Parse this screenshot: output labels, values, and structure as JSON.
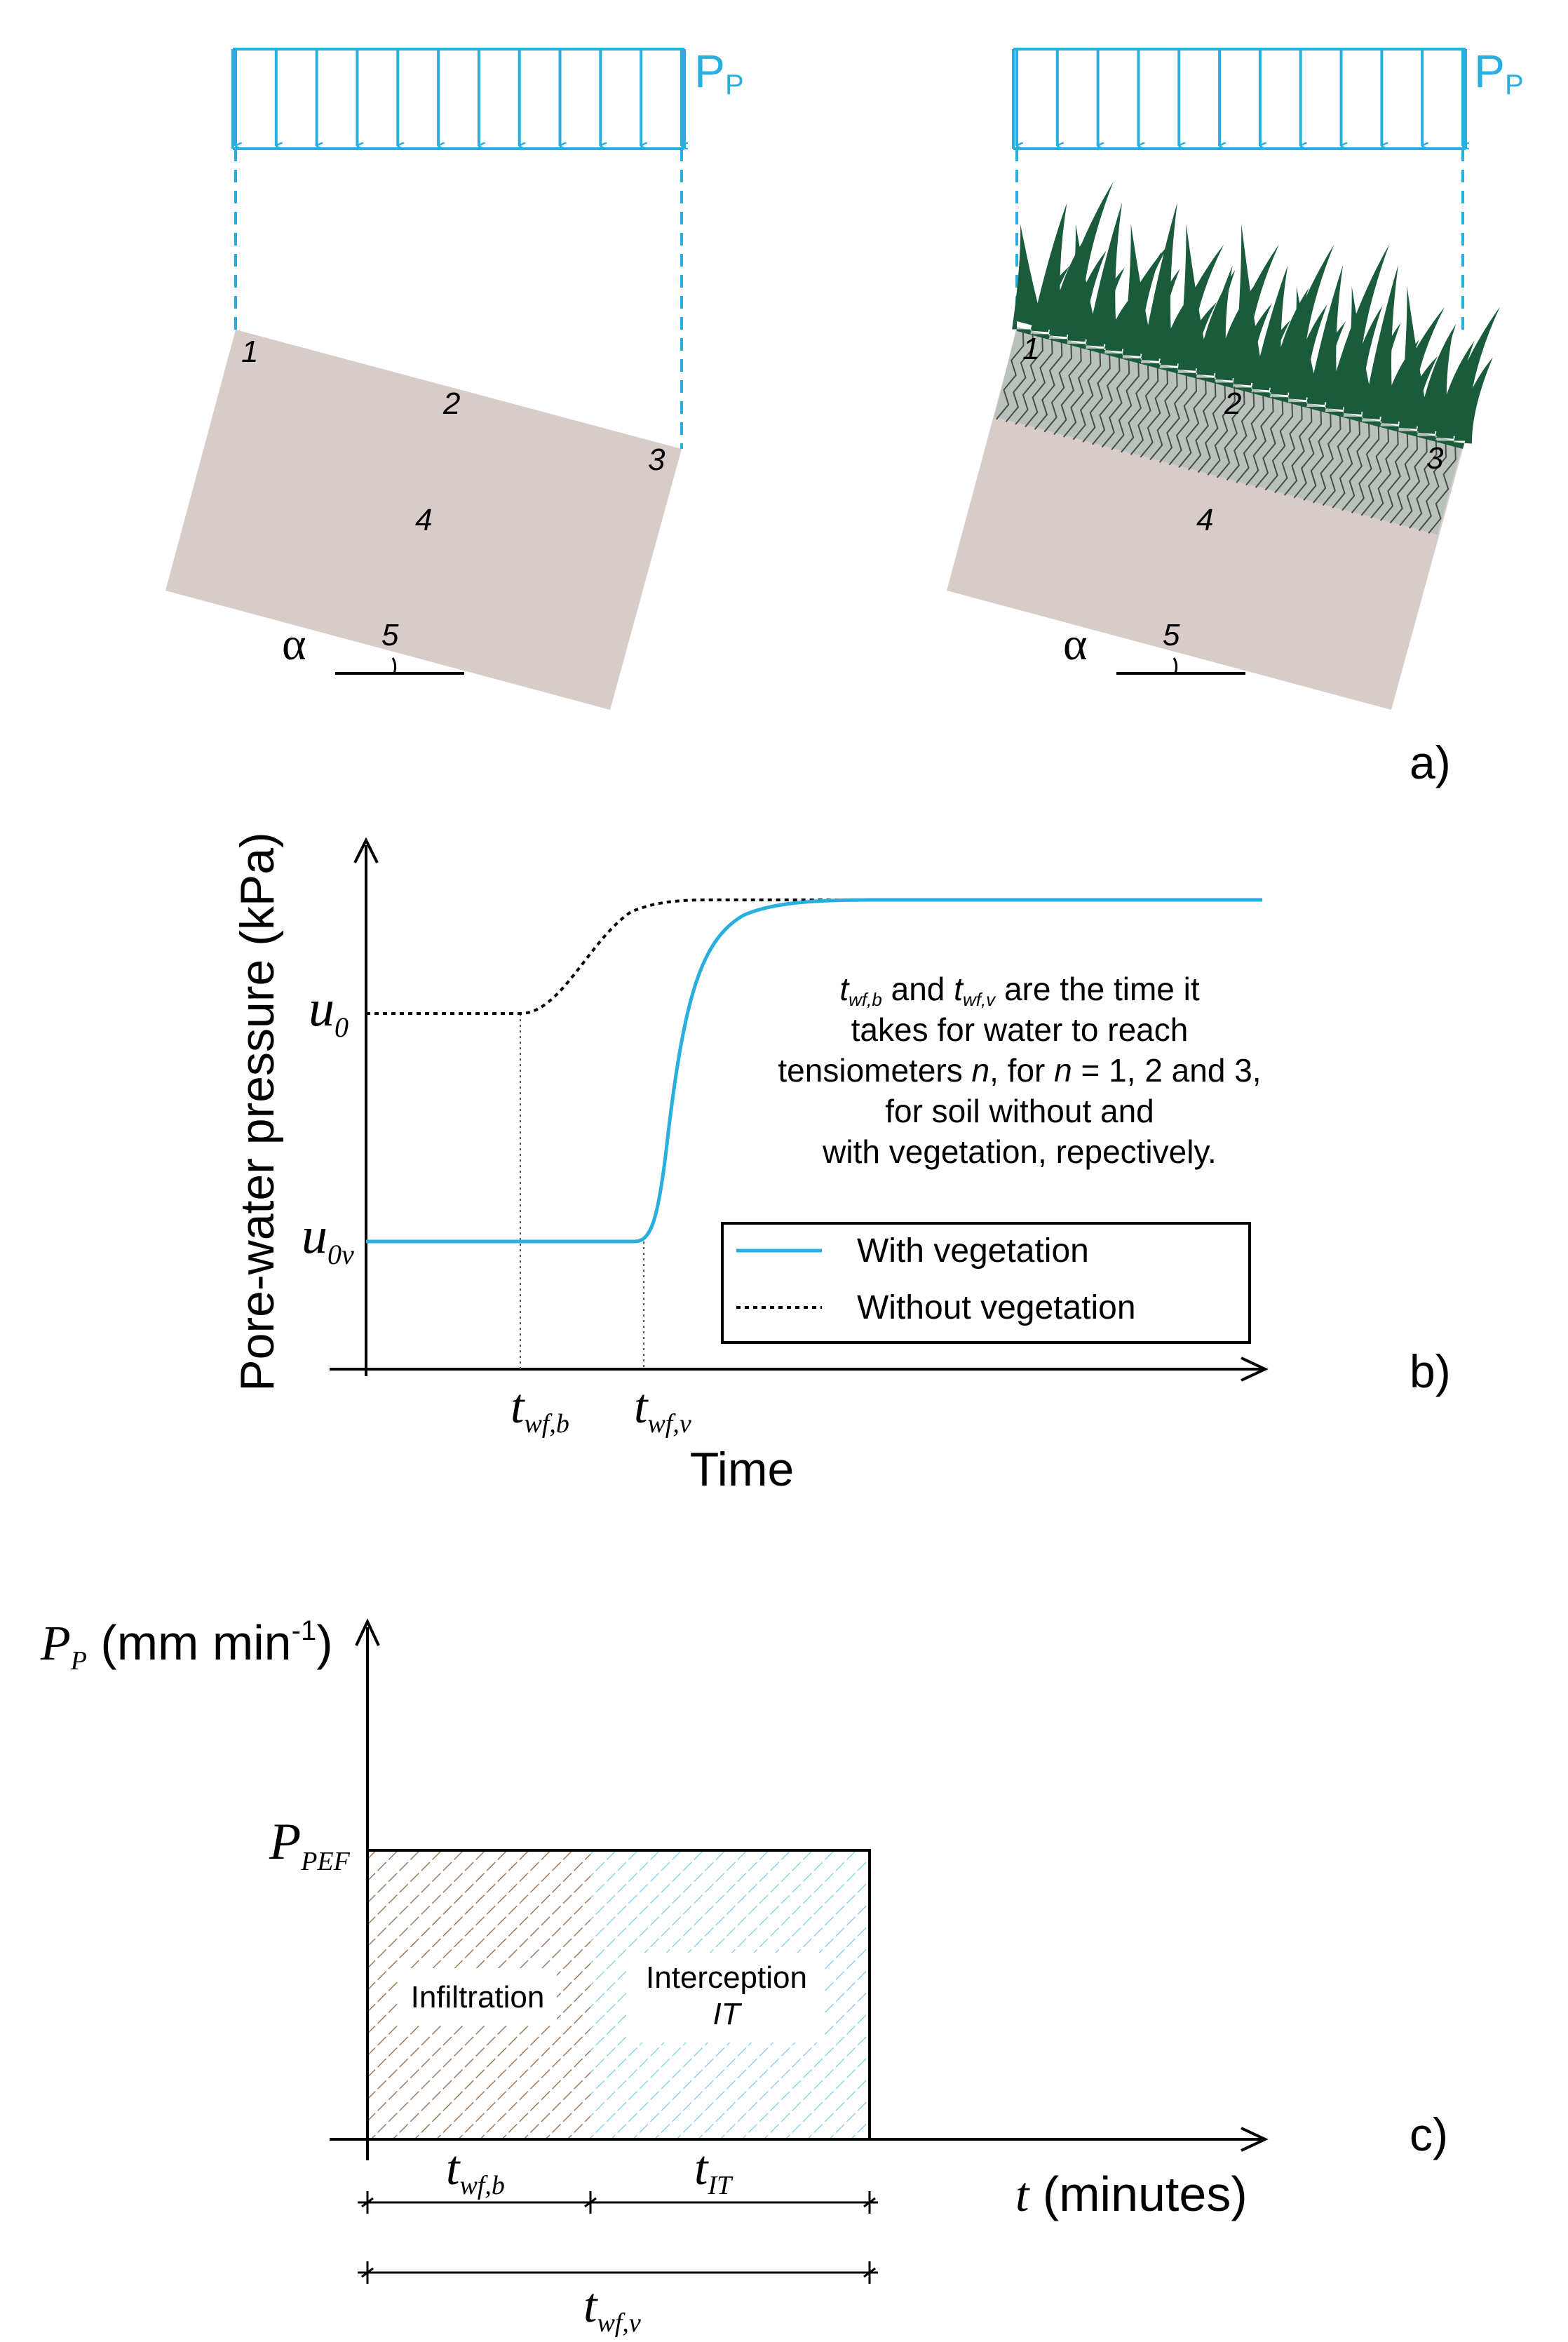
{
  "panel_a": {
    "label": "a)",
    "load_label_main": "P",
    "load_label_sub": "P",
    "angle_symbol": "α",
    "points": [
      "1",
      "2",
      "3",
      "4",
      "5"
    ],
    "colors": {
      "load": "#29aee0",
      "soil": "#d7ccc8",
      "grass": "#1a5b3c",
      "root_zone": "#b8c2bb"
    }
  },
  "panel_b": {
    "label": "b)",
    "ylabel": "Pore-water pressure (kPa)",
    "xlabel": "Time",
    "u0_main": "u",
    "u0_sub": "0",
    "u0v_main": "u",
    "u0v_sub": "0v",
    "twfb_main": "t",
    "twfb_sub": "wf,b",
    "twfv_main": "t",
    "twfv_sub": "wf,v",
    "note_line1_part1": "t",
    "note_line1_sub1": "wf,b",
    "note_line1_part2": " and ",
    "note_line1_part3": "t",
    "note_line1_sub2": "wf,v",
    "note_line1_part4": " are the time it",
    "note_line2": "takes for water to reach",
    "note_line3_part1": "tensiometers ",
    "note_line3_n1": "n",
    "note_line3_part2": ", for ",
    "note_line3_n2": "n",
    "note_line3_part3": " = 1, 2 and 3,",
    "note_line4": "for soil without and",
    "note_line5": "with vegetation, repectively.",
    "legend": [
      {
        "label": "With vegetation",
        "color": "#29aee0",
        "style": "solid"
      },
      {
        "label": "Without vegetation",
        "color": "#000000",
        "style": "dotted"
      }
    ]
  },
  "panel_c": {
    "label": "c)",
    "ylabel_main": "P",
    "ylabel_sub": "P",
    "ylabel_rest": " (mm min",
    "ylabel_exp": "-1",
    "ylabel_close": ")",
    "ppef_main": "P",
    "ppef_sub": "PEF",
    "infiltration": "Infiltration",
    "interception": "Interception",
    "it": "IT",
    "xlabel_t": "t",
    "xlabel_rest": " (minutes)",
    "twfb_main": "t",
    "twfb_sub": "wf,b",
    "tit_main": "t",
    "tit_sub": "IT",
    "twfv_main": "t",
    "twfv_sub": "wf,v",
    "colors": {
      "infiltration": "#a0785a",
      "interception": "#8ed3ee"
    }
  }
}
